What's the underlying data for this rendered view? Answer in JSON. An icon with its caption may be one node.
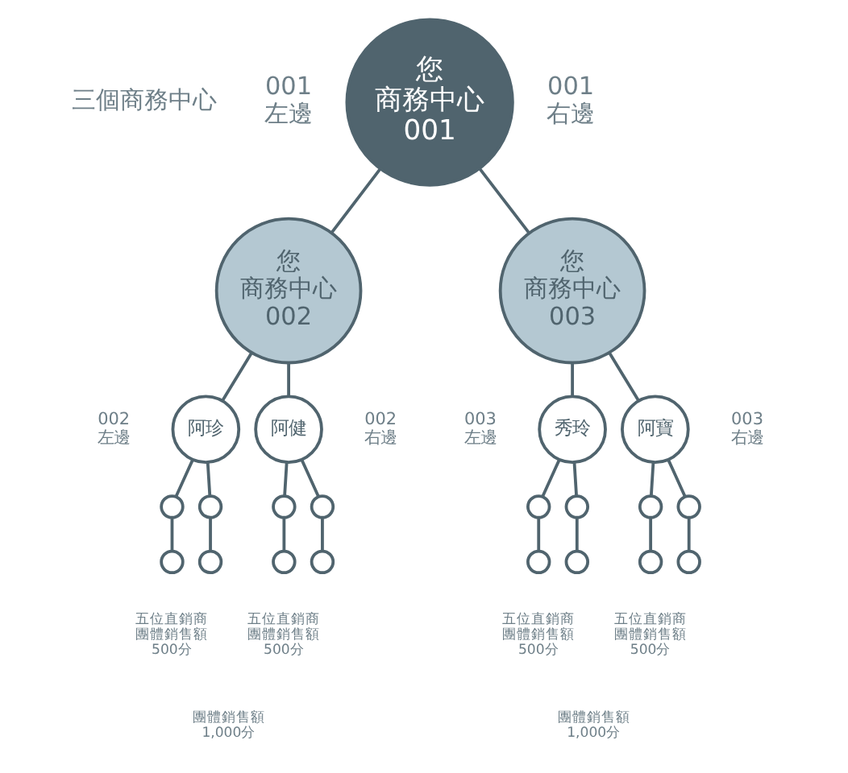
{
  "diagram": {
    "nodes": [
      {
        "text": [
          "您",
          "商務中心",
          "001"
        ]
      },
      {
        "text": [
          "您",
          "商務中心",
          "002"
        ]
      },
      {
        "text": [
          "您",
          "商務中心",
          "003"
        ]
      },
      {
        "text": [
          "阿珍"
        ]
      },
      {
        "text": [
          "阿健"
        ]
      },
      {
        "text": [
          "秀玲"
        ]
      },
      {
        "text": [
          "阿寶"
        ]
      },
      {
        "text": [],
        "shape": "circle"
      },
      {
        "text": [],
        "shape": "circle"
      },
      {
        "text": [],
        "shape": "circle"
      },
      {
        "text": [],
        "shape": "circle"
      },
      {
        "text": [],
        "shape": "circle"
      },
      {
        "text": [],
        "shape": "circle"
      },
      {
        "text": [],
        "shape": "circle"
      },
      {
        "text": [],
        "shape": "circle"
      },
      {
        "text": [],
        "shape": "circle"
      },
      {
        "text": [],
        "shape": "circle"
      },
      {
        "text": [],
        "shape": "circle"
      },
      {
        "text": [],
        "shape": "circle"
      },
      {
        "text": [],
        "shape": "circle"
      },
      {
        "text": [],
        "shape": "circle"
      },
      {
        "text": [],
        "shape": "circle"
      },
      {
        "text": [],
        "shape": "circle"
      }
    ],
    "edges": [
      {
        "from": 0,
        "to": 1,
        "arrow": "none"
      },
      {
        "from": 0,
        "to": 2,
        "arrow": "none"
      },
      {
        "from": 1,
        "to": 3,
        "arrow": "none"
      },
      {
        "from": 1,
        "to": 4,
        "arrow": "none"
      },
      {
        "from": 2,
        "to": 5,
        "arrow": "none"
      },
      {
        "from": 2,
        "to": 6,
        "arrow": "none"
      },
      {
        "from": 3,
        "to": 7,
        "arrow": "none"
      },
      {
        "from": 3,
        "to": 8,
        "arrow": "none"
      },
      {
        "from": 7,
        "to": 9,
        "arrow": "none"
      },
      {
        "from": 8,
        "to": 10,
        "arrow": "none"
      },
      {
        "from": 4,
        "to": 11,
        "arrow": "none"
      },
      {
        "from": 4,
        "to": 12,
        "arrow": "none"
      },
      {
        "from": 11,
        "to": 13,
        "arrow": "none"
      },
      {
        "from": 12,
        "to": 14,
        "arrow": "none"
      },
      {
        "from": 5,
        "to": 15,
        "arrow": "none"
      },
      {
        "from": 5,
        "to": 16,
        "arrow": "none"
      },
      {
        "from": 15,
        "to": 17,
        "arrow": "none"
      },
      {
        "from": 16,
        "to": 18,
        "arrow": "none"
      },
      {
        "from": 6,
        "to": 19,
        "arrow": "none"
      },
      {
        "from": 6,
        "to": 20,
        "arrow": "none"
      },
      {
        "from": 19,
        "to": 21,
        "arrow": "none"
      },
      {
        "from": 20,
        "to": 22,
        "arrow": "none"
      }
    ],
    "labels": [
      "三個商務中心",
      "001 左邊",
      "001 右邊",
      "002 左邊",
      "002 右邊",
      "003 左邊",
      "003 右邊",
      "五位直銷商團體銷售額 500分",
      "五位直銷商團體銷售額 500分",
      "五位直銷商團體銷售額 500分",
      "五位直銷商團體銷售額 500分",
      "團體銷售額 1,000分",
      "團體銷售額 1,000分"
    ]
  }
}
